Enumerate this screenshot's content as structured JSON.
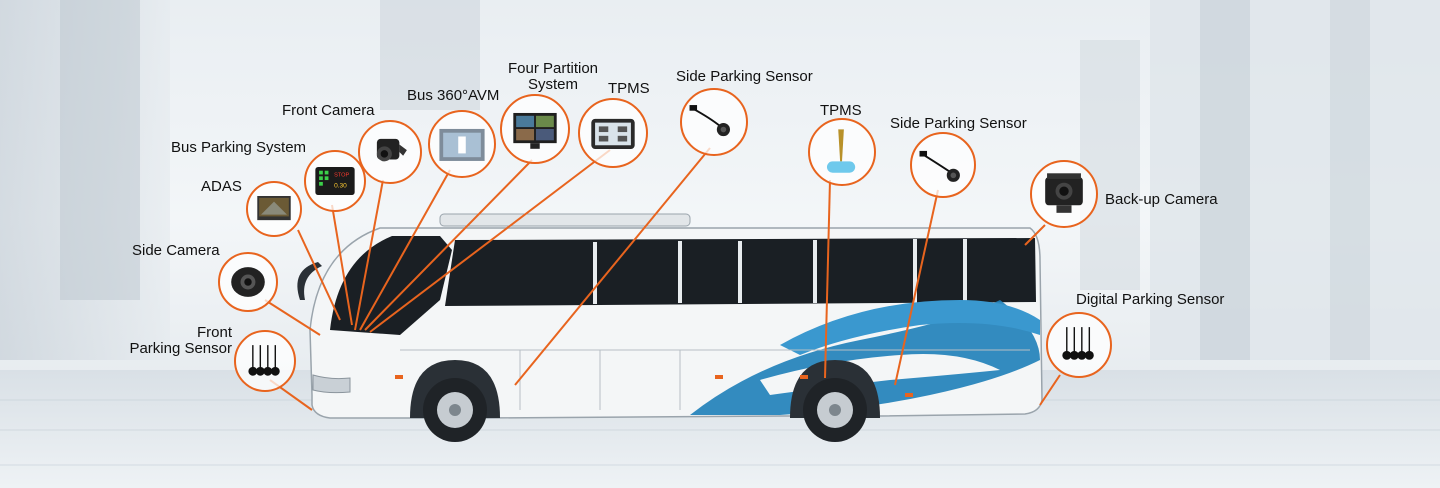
{
  "colors": {
    "accent": "#e8641e",
    "bus_stripe": "#1e7fb8",
    "bus_body": "#f4f6f7",
    "window": "#1a1f24"
  },
  "callouts": [
    {
      "id": "adas",
      "label": "ADAS",
      "icon": "adas-screen-icon"
    },
    {
      "id": "bus-parking-system",
      "label": "Bus Parking System",
      "icon": "parking-display-icon"
    },
    {
      "id": "front-camera",
      "label": "Front Camera",
      "icon": "front-camera-icon"
    },
    {
      "id": "bus-360-avm",
      "label": "Bus 360°AVM",
      "icon": "avm-monitor-icon"
    },
    {
      "id": "four-partition",
      "label_line1": "Four Partition",
      "label_line2": "System",
      "icon": "quad-monitor-icon"
    },
    {
      "id": "tpms-front",
      "label": "TPMS",
      "icon": "tpms-display-icon"
    },
    {
      "id": "side-parking-sensor-1",
      "label": "Side Parking Sensor",
      "icon": "sensor-probe-icon"
    },
    {
      "id": "tpms-valve",
      "label": "TPMS",
      "icon": "tpms-valve-icon"
    },
    {
      "id": "side-parking-sensor-2",
      "label": "Side Parking Sensor",
      "icon": "sensor-probe-icon"
    },
    {
      "id": "backup-camera",
      "label": "Back-up Camera",
      "icon": "backup-camera-icon"
    },
    {
      "id": "side-camera",
      "label": "Side Camera",
      "icon": "side-camera-icon"
    },
    {
      "id": "front-parking-sensor",
      "label_line1": "Front",
      "label_line2": "Parking Sensor",
      "icon": "sensor-array-icon"
    },
    {
      "id": "digital-parking-sensor",
      "label": "Digital Parking Sensor",
      "icon": "sensor-array-icon"
    }
  ],
  "bus_text": {
    "parking_display_stop": "STOP",
    "parking_display_value": "0.30"
  }
}
